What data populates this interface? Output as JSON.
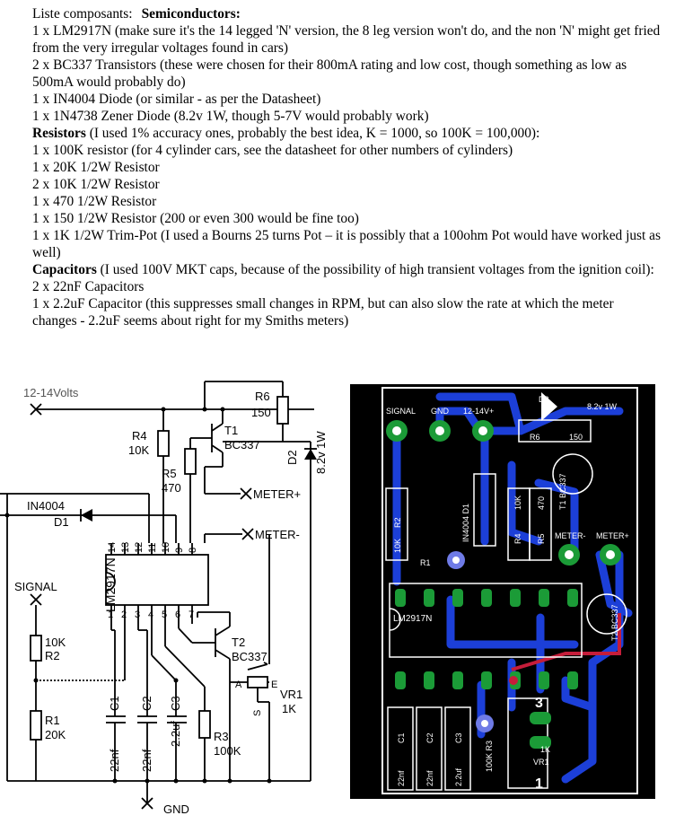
{
  "text": {
    "intro_label": "Liste composants:",
    "semis_heading": "Semiconductors:",
    "lines": [
      "1 x LM2917N (make sure it's the 14 legged 'N' version, the 8 leg version won't do, and the non 'N' might get fried from the very irregular voltages found in cars)",
      "2 x BC337 Transistors (these were chosen for their 800mA rating and low cost, though something as low as 500mA would probably do)",
      "1 x IN4004 Diode (or similar - as per the Datasheet)",
      "1 x 1N4738 Zener Diode (8.2v 1W, though 5-7V would probably work)"
    ],
    "resistors_heading": "Resistors",
    "resistors_note": " (I used 1% accuracy ones, probably the best idea, K = 1000, so 100K = 100,000):",
    "resistor_lines": [
      "1 x 100K resistor (for 4 cylinder cars, see the datasheet for other numbers of cylinders)",
      "1 x 20K 1/2W Resistor",
      "2 x 10K 1/2W Resistor",
      "1 x 470 1/2W Resistor",
      "1 x 150 1/2W Resistor (200 or even 300 would be fine too)",
      "1 x 1K 1/2W Trim-Pot (I used a Bourns 25 turns Pot – it is possibly that a 100ohm Pot would have worked just as well)"
    ],
    "capacitors_heading": "Capacitors",
    "capacitors_note": " (I used 100V MKT caps, because of the possibility of high transient voltages from the ignition coil):",
    "capacitor_lines": [
      "2 x 22nF Capacitors",
      "1 x 2.2uF Capacitor (this suppresses small changes in RPM, but can also slow the rate at which the meter changes - 2.2uF seems about right for my Smiths meters)"
    ]
  },
  "schematic": {
    "v12": "12-14Volts",
    "ic": "LM2917N",
    "signal": "SIGNAL",
    "gnd": "GND",
    "meter_plus": "METER+",
    "meter_minus": "METER-",
    "d1_part": "IN4004",
    "d1": "D1",
    "d2": "D2",
    "d2_val": "8.2v 1W",
    "r6": "R6",
    "r6_val": "150",
    "r4": "R4",
    "r4_val": "10K",
    "r5": "R5",
    "r5_val": "470",
    "t1": "T1",
    "t1_val": "BC337",
    "t2": "T2",
    "t2_val": "BC337",
    "r2": "R2",
    "r2_val": "10K",
    "r1": "R1",
    "r1_val": "20K",
    "r3": "R3",
    "r3_val": "100K",
    "c1": "C1",
    "c1_val": "22nf",
    "c2": "C2",
    "c2_val": "22nf",
    "c3": "C3",
    "c3_val": "2.2uf",
    "vr1": "VR1",
    "vr1_val": "1K",
    "pot_a": "A",
    "pot_e": "E",
    "pot_s": "S",
    "pins_top": [
      "14",
      "13",
      "12",
      "11",
      "10",
      "9",
      "8"
    ],
    "pins_bot": [
      "1",
      "2",
      "3",
      "4",
      "5",
      "6",
      "7"
    ]
  },
  "pcb": {
    "signal": "SIGNAL",
    "gnd": "GND",
    "v12": "12-14V+",
    "meter_minus": "METER-",
    "meter_plus": "METER+",
    "ic": "LM2917N",
    "d2": "D2",
    "d2_val": "8.2v 1W",
    "r6": "R6",
    "r6_val": "150",
    "r2": "R2",
    "r2_val": "10K",
    "d1": "IN4004 D1",
    "r4": "R4",
    "r4_val": "10K",
    "r5": "R5",
    "r5_val": "470",
    "t1": "T1 BC337",
    "t2": "T2 BC337",
    "r1": "R1",
    "c1": "C1",
    "c1_val": "22nf",
    "c2": "C2",
    "c2_val": "22nf",
    "c3": "C3",
    "c3_val": "2.2uf",
    "r3": "100K R3",
    "vr1": "VR1",
    "vr1_val": "1K",
    "pin1": "1",
    "pin3": "3"
  }
}
